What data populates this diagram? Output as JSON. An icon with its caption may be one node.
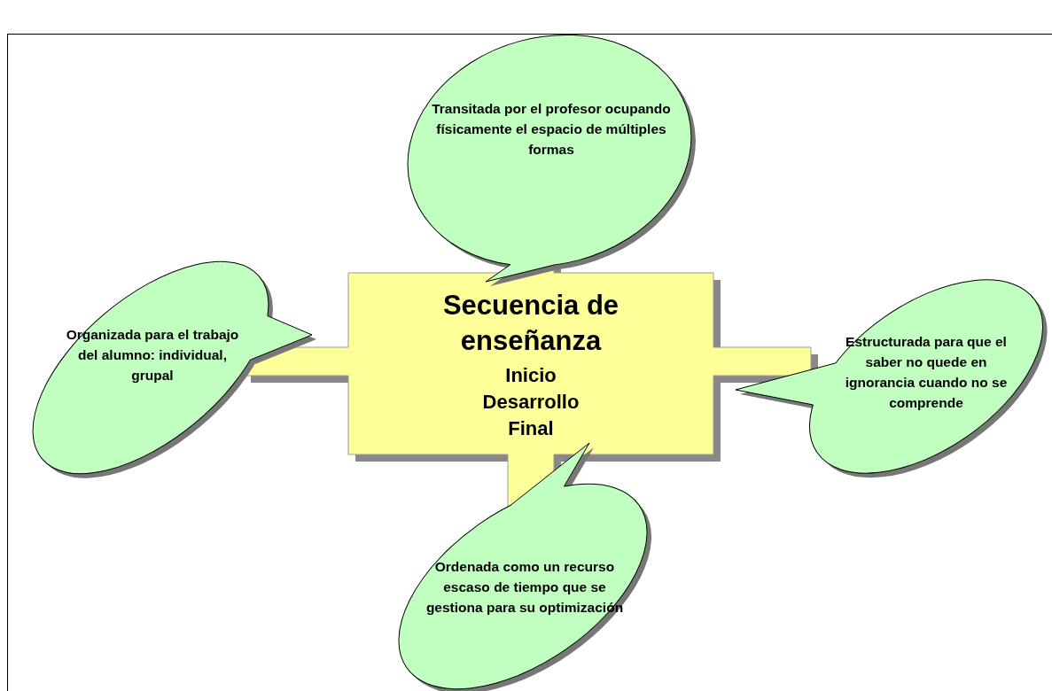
{
  "diagram": {
    "nodes": [
      {
        "text": [
          "Transitada por el profesor ocupando físicamente el espacio de múltiples formas"
        ]
      },
      {
        "text": [
          "Organizada para el trabajo del alumno: individual, grupal"
        ]
      },
      {
        "text": [
          "Secuencia de enseñanza",
          "Inicio Desarrollo Final"
        ]
      },
      {
        "text": [
          "Estructurada para que el saber no quede en ignorancia cuando no se comprende"
        ]
      },
      {
        "text": [
          "Ordenada como un recurso escaso de tiempo que se gestiona para su optimización"
        ]
      }
    ]
  }
}
